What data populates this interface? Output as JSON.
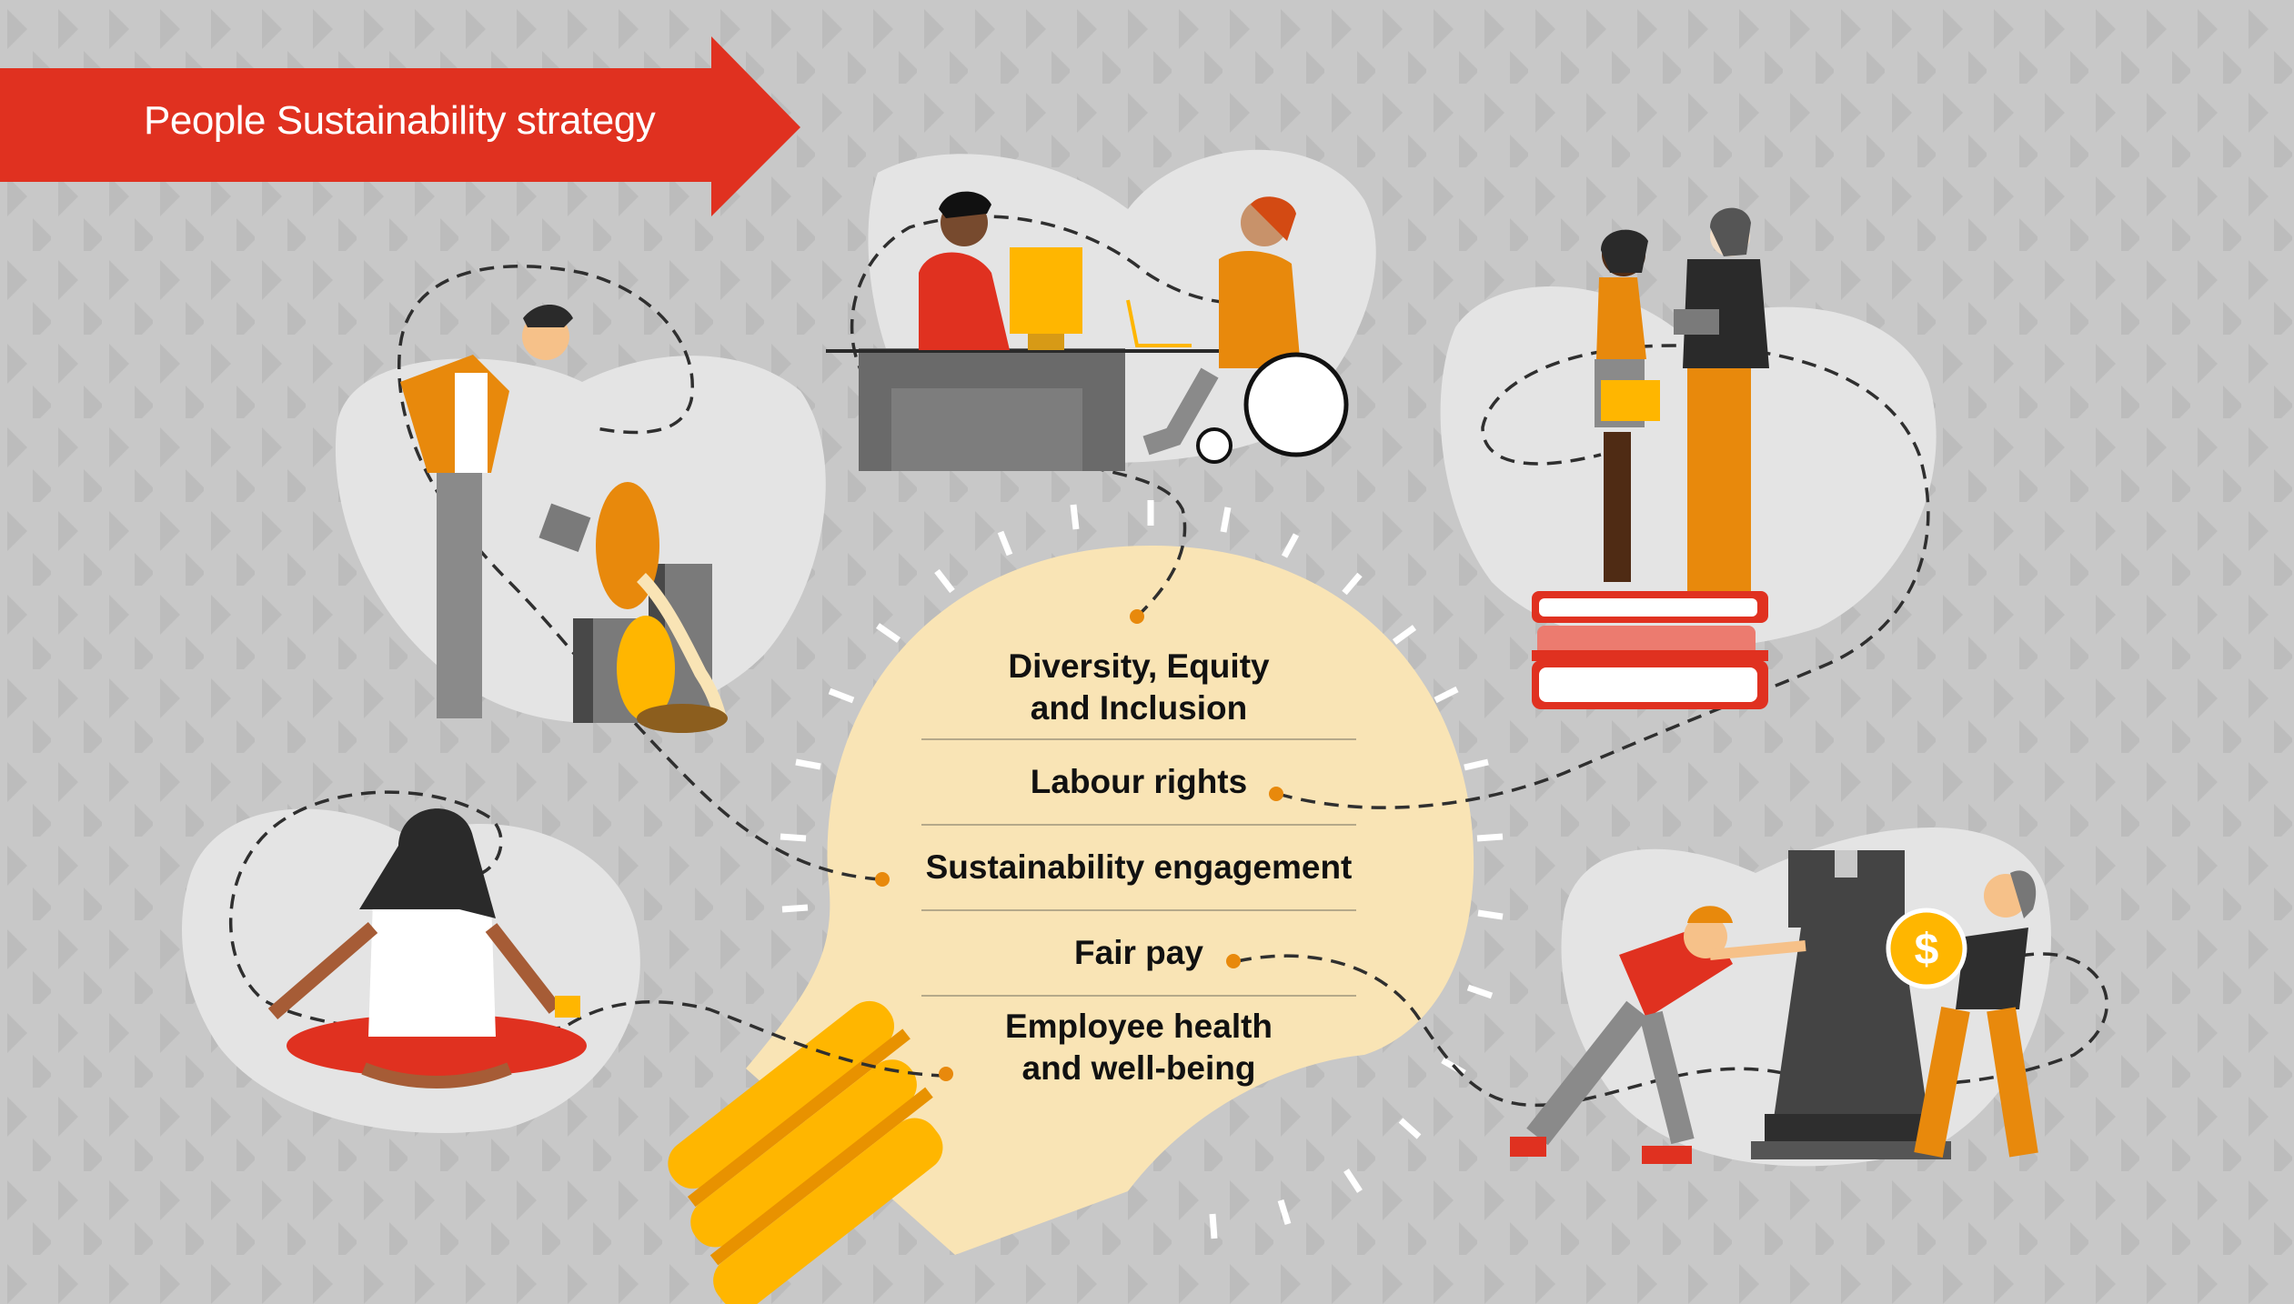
{
  "banner": {
    "title": "People Sustainability strategy",
    "color": "#e03120"
  },
  "bulb": {
    "fill": "#f9e4b5",
    "base_color": "#ffb600",
    "base_stripe_color": "#e89200",
    "items": [
      {
        "label": "Diversity, Equity\nand Inclusion",
        "line1": "Diversity, Equity",
        "line2": "and Inclusion",
        "connects_to": "office-desk-scene"
      },
      {
        "label": "Labour rights",
        "connects_to": "books-couple-scene"
      },
      {
        "label": "Sustainability engagement",
        "connects_to": "watering-plant-scene"
      },
      {
        "label": "Fair pay",
        "connects_to": "chess-coin-scene"
      },
      {
        "label": "Employee health\nand well-being",
        "line1": "Employee health",
        "line2": "and well-being",
        "connects_to": "meditation-scene"
      }
    ],
    "dot_color": "#e8890c"
  },
  "illustrations": [
    {
      "name": "watering-plant-scene",
      "description": "Businessman watering a plant among city buildings"
    },
    {
      "name": "office-desk-scene",
      "description": "Person at desktop computer and person in wheelchair at laptop"
    },
    {
      "name": "books-couple-scene",
      "description": "Woman with briefcase and man with tablet standing on stack of books"
    },
    {
      "name": "meditation-scene",
      "description": "Woman meditating cross-legged holding a cup"
    },
    {
      "name": "chess-coin-scene",
      "description": "Man pushing a chess rook while another holds a dollar coin"
    }
  ],
  "colors": {
    "background": "#c8c8c8",
    "blob": "#e4e4e4",
    "orange": "#e8890c",
    "yellow": "#ffb600",
    "red": "#e03120",
    "dark_gray": "#3f3f3f"
  }
}
